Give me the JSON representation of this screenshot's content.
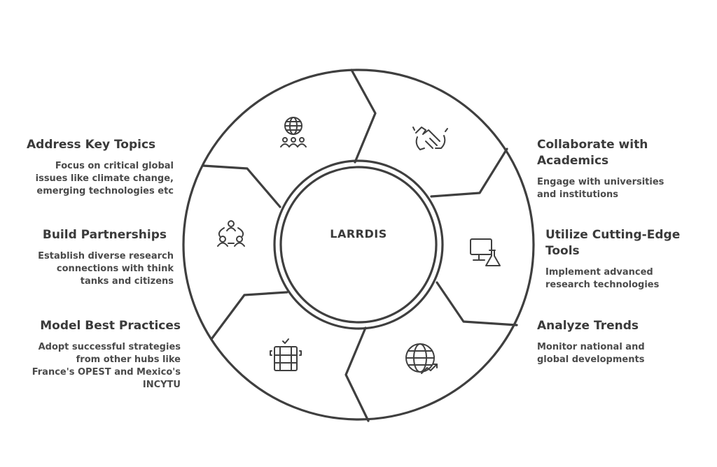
{
  "center": {
    "label": "LARRDIS"
  },
  "segments": [
    {
      "id": "address",
      "icon": "globe-people-icon",
      "title": "Address Key Topics",
      "desc": [
        "Focus on critical global",
        "issues like climate change,",
        "emerging technologies etc"
      ]
    },
    {
      "id": "collaborate",
      "icon": "handshake-icon",
      "title": [
        "Collaborate with",
        "Academics"
      ],
      "desc": [
        "Engage with universities",
        "and institutions"
      ]
    },
    {
      "id": "tools",
      "icon": "computer-flask-icon",
      "title": [
        "Utilize Cutting-Edge",
        "Tools"
      ],
      "desc": [
        "Implement advanced",
        "research technologies"
      ]
    },
    {
      "id": "trends",
      "icon": "globe-trend-icon",
      "title": "Analyze Trends",
      "desc": [
        "Monitor national and",
        "global developments"
      ]
    },
    {
      "id": "model",
      "icon": "checklist-icon",
      "title": "Model Best Practices",
      "desc": [
        "Adopt successful strategies",
        "from other hubs like",
        "France's OPEST and Mexico's",
        "INCYTU"
      ]
    },
    {
      "id": "partnerships",
      "icon": "network-people-icon",
      "title": "Build Partnerships",
      "desc": [
        "Establish diverse research",
        "connections with think",
        "tanks and citizens"
      ]
    }
  ]
}
